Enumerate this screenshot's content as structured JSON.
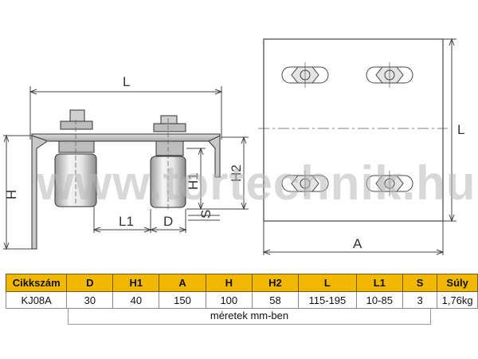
{
  "drawing": {
    "watermark": "www.tortechnik.hu",
    "side_view": {
      "labels": {
        "L": "L",
        "H": "H",
        "H1": "H1",
        "H2": "H2",
        "L1": "L1",
        "D": "D",
        "S": "S"
      }
    },
    "top_view": {
      "labels": {
        "L": "L",
        "A": "A"
      }
    }
  },
  "table": {
    "headers": [
      "Cikkszám",
      "D",
      "H1",
      "A",
      "H",
      "H2",
      "L",
      "L1",
      "S",
      "Súly"
    ],
    "rows": [
      [
        "KJ08A",
        "30",
        "40",
        "150",
        "100",
        "58",
        "115-195",
        "10-85",
        "3",
        "1,76kg"
      ]
    ],
    "note": "méretek mm-ben",
    "header_color": "#f2b800"
  }
}
